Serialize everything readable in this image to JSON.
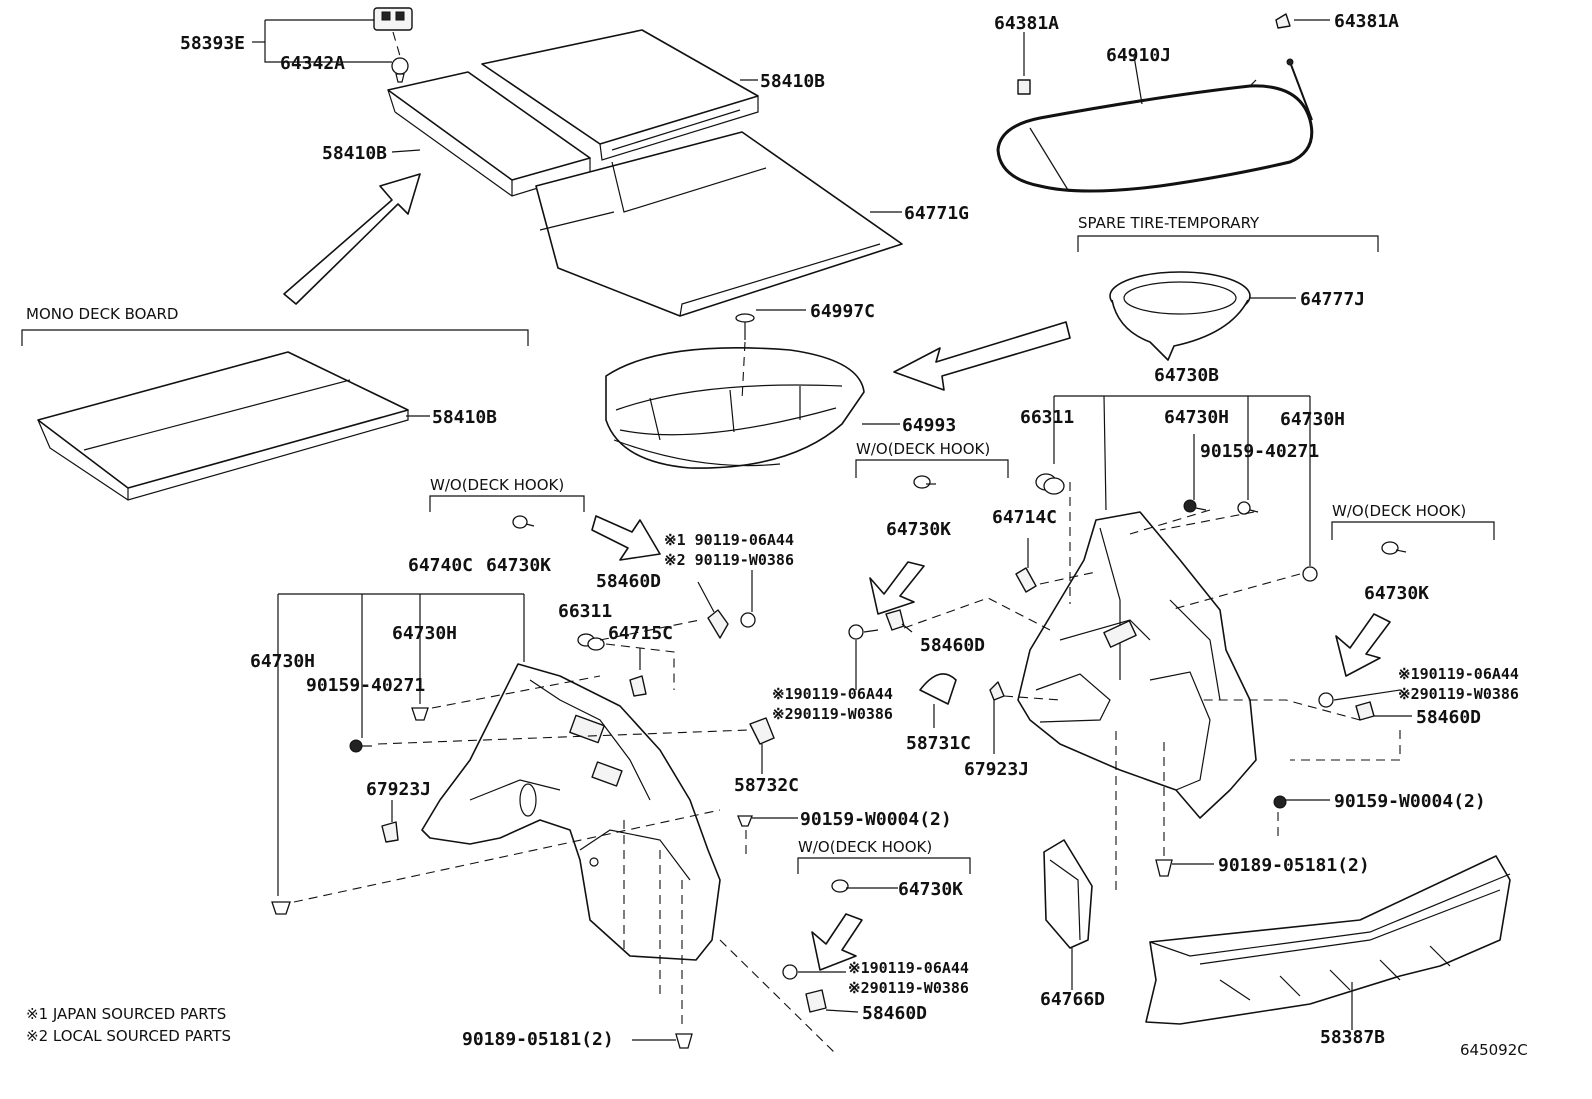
{
  "headers": {
    "mono_deck_board": "MONO DECK BOARD",
    "spare_tire": "SPARE TIRE-TEMPORARY",
    "wo_deck_hook_1": "W/O(DECK HOOK)",
    "wo_deck_hook_2": "W/O(DECK HOOK)",
    "wo_deck_hook_3": "W/O(DECK HOOK)",
    "wo_deck_hook_4": "W/O(DECK HOOK)"
  },
  "labels": {
    "p58393E": "58393E",
    "p64342A": "64342A",
    "p58410B_top": "58410B",
    "p58410B_left": "58410B",
    "p58410B_mono": "58410B",
    "p64771G": "64771G",
    "p64997C": "64997C",
    "p64993": "64993",
    "p64381A_left": "64381A",
    "p64381A_right": "64381A",
    "p64910J": "64910J",
    "p64777J": "64777J",
    "p64730B": "64730B",
    "p66311_right": "66311",
    "p64730H_r1": "64730H",
    "p64730H_r2": "64730H",
    "p90159_40271_right": "90159-40271",
    "p64730K_mid": "64730K",
    "p64714C": "64714C",
    "p58460D_mid": "58460D",
    "p64730K_right": "64730K",
    "p58460D_right": "58460D",
    "p58731C": "58731C",
    "p67923J_right": "67923J",
    "p90159_W0004_right": "90159-W0004(2)",
    "p90189_05181_right": "90189-05181(2)",
    "p64766D": "64766D",
    "p58387B": "58387B",
    "p64740C": "64740C",
    "p64730K_left": "64730K",
    "p58460D_left": "58460D",
    "p66311_left": "66311",
    "p64715C": "64715C",
    "p64730H_left1": "64730H",
    "p64730H_left2": "64730H",
    "p90159_40271_left": "90159-40271",
    "p67923J_left": "67923J",
    "p58732C": "58732C",
    "p90159_W0004_left": "90159-W0004(2)",
    "p64730K_bottom": "64730K",
    "p58460D_bottom": "58460D",
    "p90189_05181_left": "90189-05181(2)"
  },
  "screws": {
    "s1a": "※1 90119-06A44",
    "s1b": "※2 90119-W0386",
    "s2a": "※190119-06A44",
    "s2b": "※290119-W0386",
    "s3a": "※190119-06A44",
    "s3b": "※290119-W0386",
    "s4a": "※190119-06A44",
    "s4b": "※290119-W0386"
  },
  "notes": {
    "n1": "※1 JAPAN SOURCED PARTS",
    "n2": "※2 LOCAL SOURCED PARTS"
  },
  "diagram_code": "645092C"
}
